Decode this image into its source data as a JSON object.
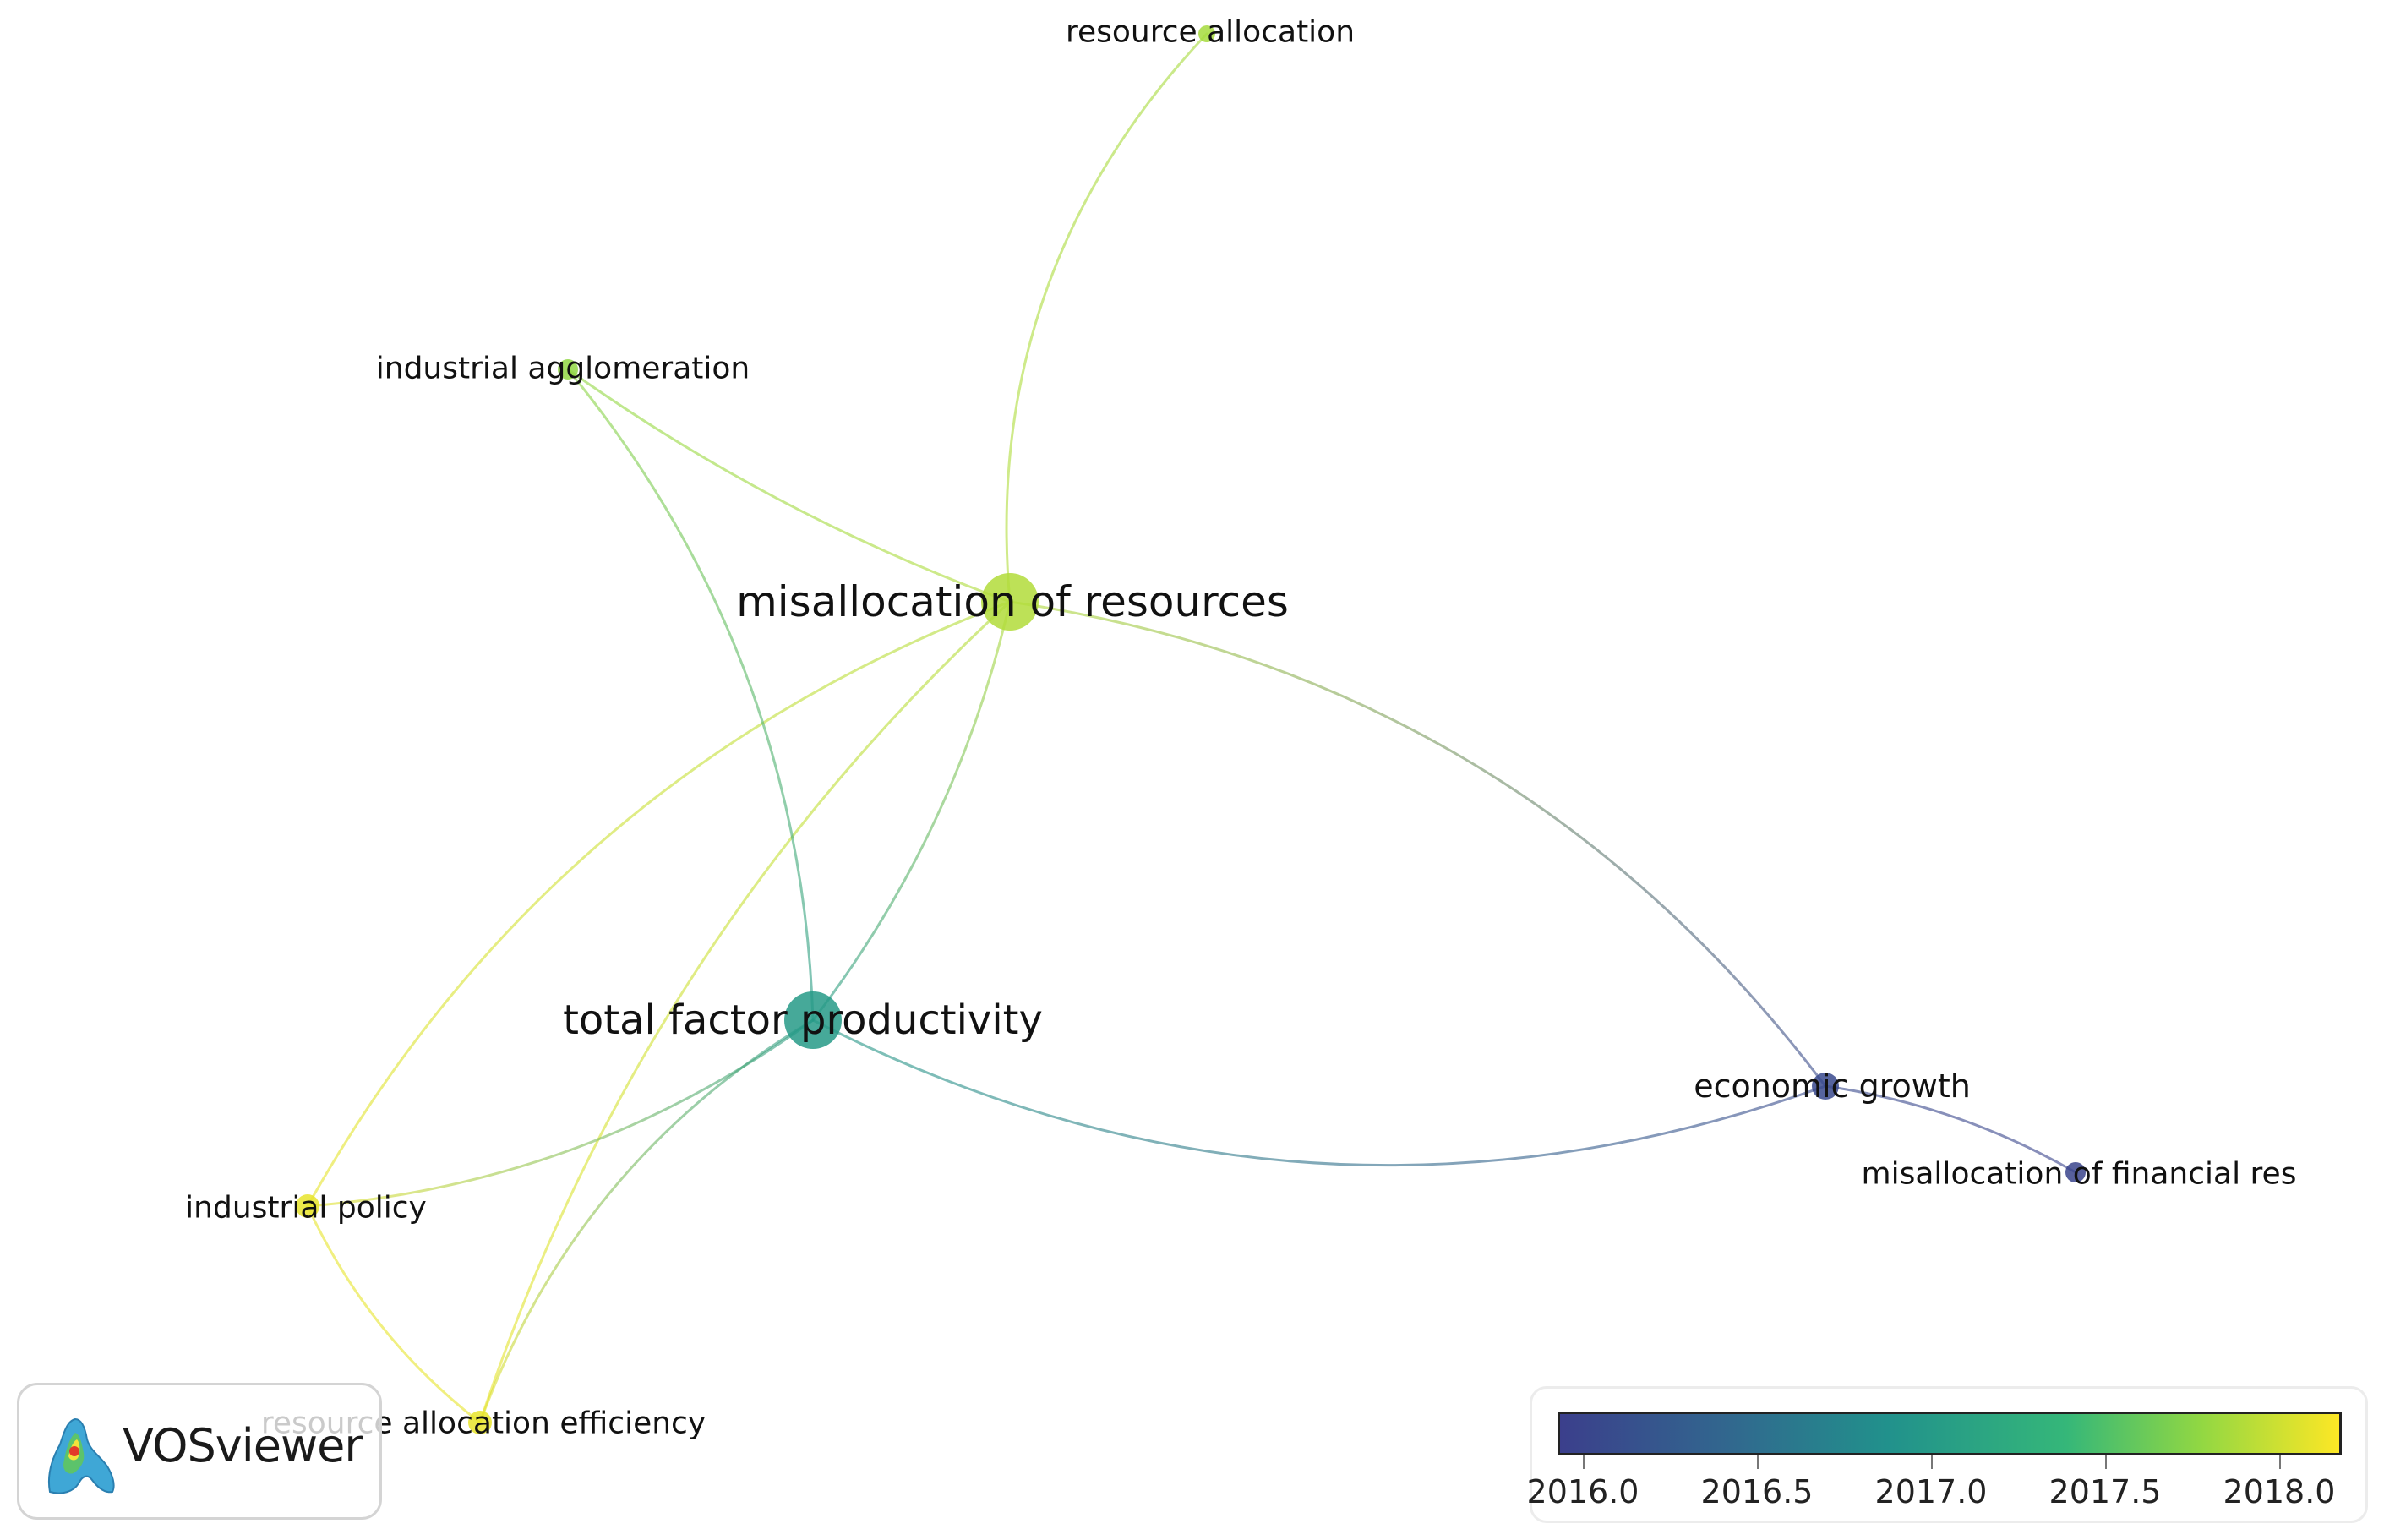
{
  "network": {
    "nodes": [
      {
        "id": "misallocation-of-resources",
        "label": "misallocation of resources",
        "year": 2017.85
      },
      {
        "id": "total-factor-productivity",
        "label": "total factor productivity",
        "year": 2016.85
      },
      {
        "id": "resource-allocation",
        "label": "resource allocation",
        "year": 2017.8
      },
      {
        "id": "industrial-agglomeration",
        "label": "industrial agglomeration",
        "year": 2017.7
      },
      {
        "id": "economic-growth",
        "label": "economic growth",
        "year": 2015.9
      },
      {
        "id": "misallocation-of-financial-res",
        "label": "misallocation of financial res",
        "year": 2015.85
      },
      {
        "id": "industrial-policy",
        "label": "industrial policy",
        "year": 2018.1
      },
      {
        "id": "resource-allocation-efficiency",
        "label": "resource allocation efficiency",
        "year": 2018.1
      }
    ],
    "links": [
      {
        "source": "misallocation-of-resources",
        "target": "resource-allocation"
      },
      {
        "source": "misallocation-of-resources",
        "target": "industrial-agglomeration"
      },
      {
        "source": "misallocation-of-resources",
        "target": "total-factor-productivity"
      },
      {
        "source": "misallocation-of-resources",
        "target": "economic-growth"
      },
      {
        "source": "misallocation-of-resources",
        "target": "industrial-policy"
      },
      {
        "source": "misallocation-of-resources",
        "target": "resource-allocation-efficiency"
      },
      {
        "source": "industrial-agglomeration",
        "target": "total-factor-productivity"
      },
      {
        "source": "total-factor-productivity",
        "target": "economic-growth"
      },
      {
        "source": "total-factor-productivity",
        "target": "industrial-policy"
      },
      {
        "source": "total-factor-productivity",
        "target": "resource-allocation-efficiency"
      },
      {
        "source": "economic-growth",
        "target": "misallocation-of-financial-res"
      },
      {
        "source": "industrial-policy",
        "target": "resource-allocation-efficiency"
      }
    ]
  },
  "legend": {
    "ticks": [
      "2016.0",
      "2016.5",
      "2017.0",
      "2017.5",
      "2018.0"
    ]
  },
  "logo": {
    "text": "VOSviewer"
  },
  "colors": {
    "scale_low": "#3b3f8c",
    "scale_mid": "#21918c",
    "scale_high": "#fde725"
  }
}
